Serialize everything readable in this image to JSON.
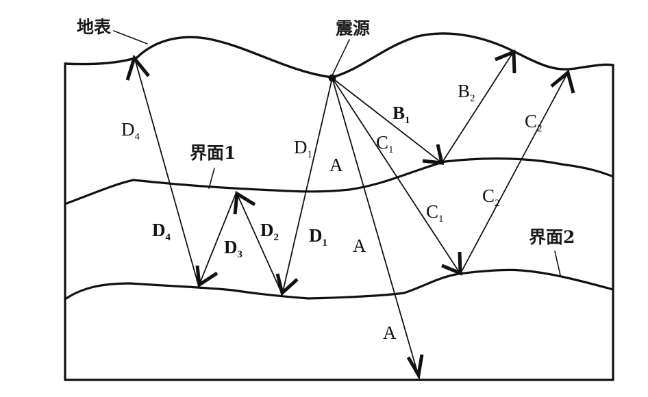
{
  "diagram": {
    "type": "seismic-wave-propagation-cross-section",
    "labels": {
      "surface": "地表",
      "focus": "震源",
      "interface1": "界面1",
      "interface2": "界面2"
    },
    "rays": {
      "A": {
        "letter": "A",
        "sub": ""
      },
      "B1": {
        "letter": "B",
        "sub": "1"
      },
      "B2": {
        "letter": "B",
        "sub": "2"
      },
      "C1": {
        "letter": "C",
        "sub": "1"
      },
      "C2": {
        "letter": "C",
        "sub": "2"
      },
      "D1": {
        "letter": "D",
        "sub": "1"
      },
      "D2": {
        "letter": "D",
        "sub": "2"
      },
      "D3": {
        "letter": "D",
        "sub": "3"
      },
      "D4": {
        "letter": "D",
        "sub": "4"
      }
    },
    "colors": {
      "line": "#111111",
      "background": "#ffffff"
    }
  }
}
